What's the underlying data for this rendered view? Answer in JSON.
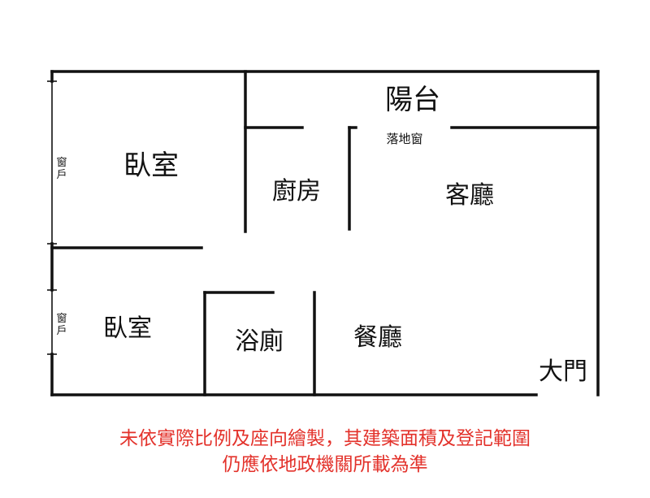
{
  "rooms": {
    "balcony": "陽台",
    "bedroom_1": "臥室",
    "kitchen": "廚房",
    "living_room": "客廳",
    "bedroom_2": "臥室",
    "bathroom": "浴廁",
    "dining_room": "餐廳",
    "main_door": "大門"
  },
  "labels": {
    "french_window": "落地窗",
    "window_1": [
      "窗",
      "戶"
    ],
    "window_2": [
      "窗",
      "戶"
    ]
  },
  "disclaimer": {
    "line1": "未依實際比例及座向繪製，其建築面積及登記範圍",
    "line2": "仍應依地政機關所載為準"
  },
  "colors": {
    "wall": "#111111",
    "disclaimer_text": "#e3322b",
    "background": "#ffffff"
  }
}
